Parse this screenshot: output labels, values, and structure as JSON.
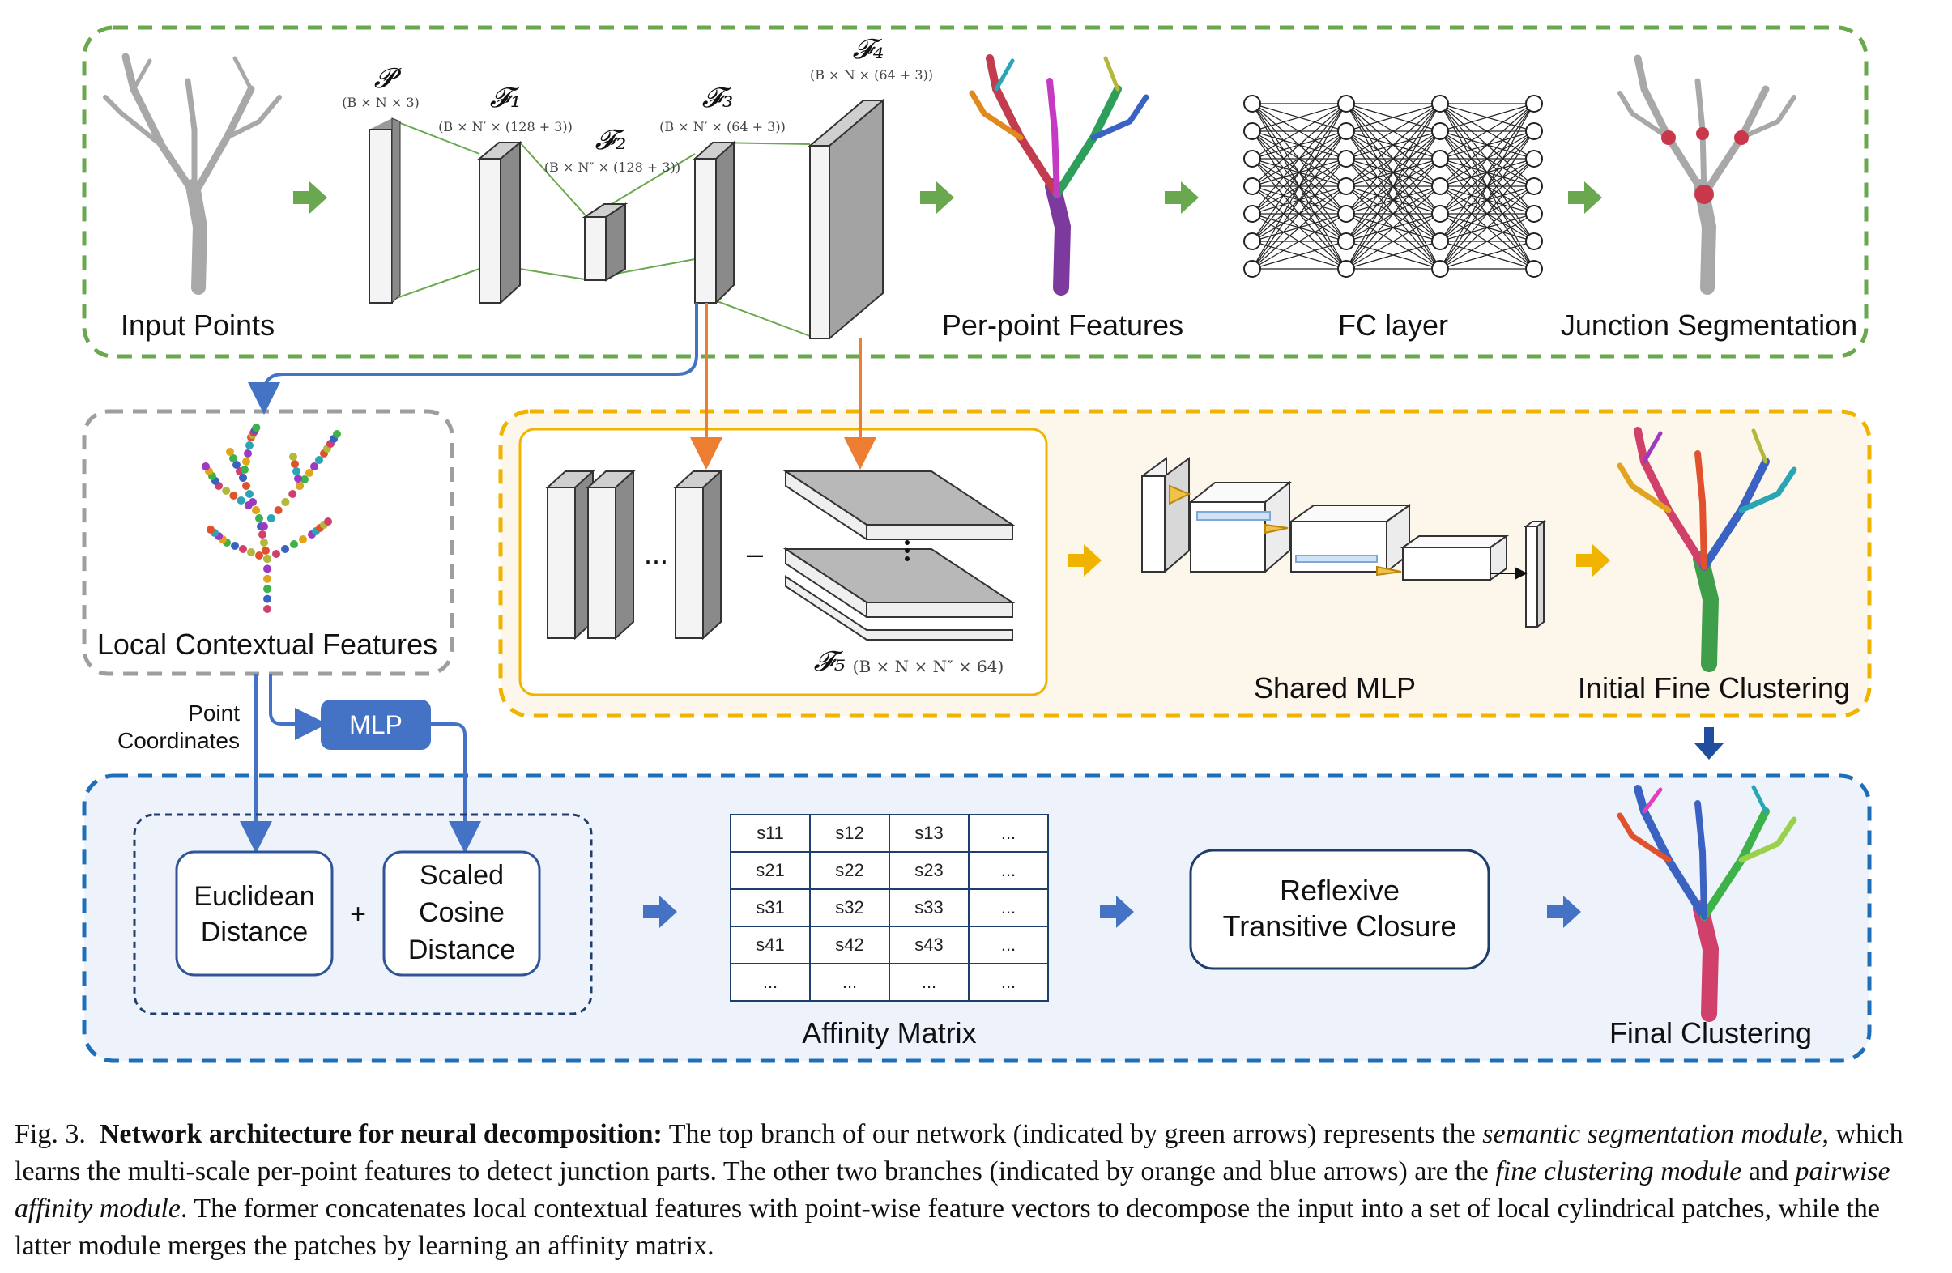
{
  "branches": {
    "semantic": {
      "labels": [
        "Input Points",
        "Per-point Features",
        "FC layer",
        "Junction Segmentation"
      ],
      "features": [
        {
          "name": "𝓟",
          "dims": "(B × N × 3)"
        },
        {
          "name": "𝓕₁",
          "dims": "(B × N′ × (128 + 3))"
        },
        {
          "name": "𝓕₂",
          "dims": "(B × N″ × (128 + 3))"
        },
        {
          "name": "𝓕₃",
          "dims": "(B × N′ × (64 + 3))"
        },
        {
          "name": "𝓕₄",
          "dims": "(B × N × (64 + 3))"
        }
      ],
      "color": "#6aa84f"
    },
    "local": {
      "label": "Local Contextual Features",
      "color": "#9e9e9e"
    },
    "fine": {
      "labels": [
        "Shared MLP",
        "Initial Fine Clustering"
      ],
      "f5": {
        "name": "𝓕₅",
        "dims": "(B × N × N″ × 64)"
      },
      "dots": "...",
      "dash": "–",
      "color": "#f0b400"
    },
    "affinity": {
      "point_coords": [
        "Point",
        "Coordinates"
      ],
      "mlp": "MLP",
      "euclidean": [
        "Euclidean",
        "Distance"
      ],
      "plus": "+",
      "cosine": [
        "Scaled",
        "Cosine",
        "Distance"
      ],
      "matrix": [
        [
          "s11",
          "s12",
          "s13",
          "..."
        ],
        [
          "s21",
          "s22",
          "s23",
          "..."
        ],
        [
          "s31",
          "s32",
          "s33",
          "..."
        ],
        [
          "s41",
          "s42",
          "s43",
          "..."
        ],
        [
          "...",
          "...",
          "...",
          "..."
        ]
      ],
      "matrix_label": "Affinity Matrix",
      "closure": [
        "Reflexive",
        "Transitive Closure"
      ],
      "final": "Final Clustering",
      "color": "#1f6fb8"
    }
  },
  "caption": {
    "fig": "Fig. 3.",
    "title": "Network architecture for neural decomposition:",
    "parts": [
      " The top branch of our network (indicated by green arrows) represents the ",
      "semantic segmentation module",
      ", which learns the multi-scale per-point features to detect junction parts. The other two branches (indicated by orange and blue arrows) are the ",
      "fine clustering module",
      " and ",
      "pairwise affinity module",
      ". The former concatenates local contextual features with point-wise feature vectors to decompose the input into a set of local cylindrical patches, while the latter module merges the patches by learning an affinity matrix."
    ]
  }
}
